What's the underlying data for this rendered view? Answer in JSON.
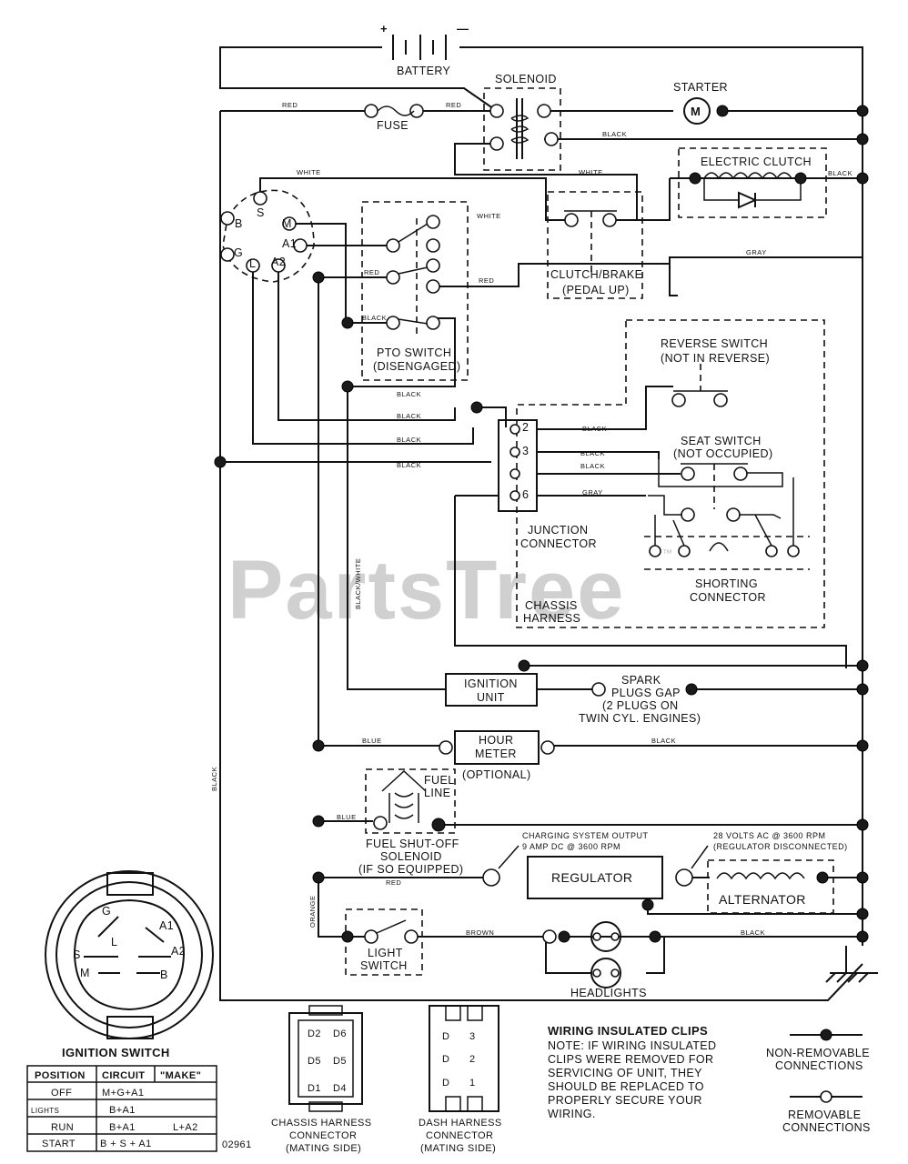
{
  "watermark": "PartsTree",
  "watermark_tm": "™",
  "drawing_number": "02961",
  "components": {
    "battery": "BATTERY",
    "battery_plus": "+",
    "battery_minus": "—",
    "solenoid": "SOLENOID",
    "starter": "STARTER",
    "starter_symbol": "M",
    "fuse": "FUSE",
    "electric_clutch": "ELECTRIC CLUTCH",
    "clutch_brake_1": "CLUTCH/BRAKE",
    "clutch_brake_2": "(PEDAL UP)",
    "pto_switch_1": "PTO SWITCH",
    "pto_switch_2": "(DISENGAGED)",
    "reverse_switch_1": "REVERSE SWITCH",
    "reverse_switch_2": "(NOT IN REVERSE)",
    "seat_switch_1": "SEAT SWITCH",
    "seat_switch_2": "(NOT OCCUPIED)",
    "junction_1": "JUNCTION",
    "junction_2": "CONNECTOR",
    "shorting_1": "SHORTING",
    "shorting_2": "CONNECTOR",
    "chassis_1": "CHASSIS",
    "chassis_2": "HARNESS",
    "ignition_unit_1": "IGNITION",
    "ignition_unit_2": "UNIT",
    "spark_1": "SPARK",
    "spark_2": "PLUGS GAP",
    "spark_3": "(2 PLUGS ON",
    "spark_4": "TWIN CYL. ENGINES)",
    "hour_meter_1": "HOUR",
    "hour_meter_2": "METER",
    "hour_meter_3": "(OPTIONAL)",
    "fuel_line_1": "FUEL",
    "fuel_line_2": "LINE",
    "fuel_solenoid_1": "FUEL SHUT-OFF",
    "fuel_solenoid_2": "SOLENOID",
    "fuel_solenoid_3": "(IF SO EQUIPPED)",
    "charging_1": "CHARGING SYSTEM OUTPUT",
    "charging_2": "9 AMP DC @ 3600 RPM",
    "alt_volts_1": "28 VOLTS AC @ 3600 RPM",
    "alt_volts_2": "(REGULATOR DISCONNECTED)",
    "regulator": "REGULATOR",
    "alternator": "ALTERNATOR",
    "light_switch_1": "LIGHT",
    "light_switch_2": "SWITCH",
    "headlights": "HEADLIGHTS"
  },
  "terminals": {
    "s": "S",
    "b": "B",
    "m": "M",
    "a1": "A1",
    "a2": "A2",
    "l": "L",
    "g": "G",
    "j2": "2",
    "j3": "3",
    "j6": "6"
  },
  "wires": {
    "red_1": "RED",
    "red_2": "RED",
    "red_3": "RED",
    "red_4": "RED",
    "red_5": "RED",
    "black_1": "BLACK",
    "black_2": "BLACK",
    "black_3": "BLACK",
    "black_4": "BLACK",
    "black_5": "BLACK",
    "black_6": "BLACK",
    "black_7": "BLACK",
    "black_8": "BLACK",
    "black_9": "BLACK",
    "black_10": "BLACK",
    "black_11": "BLACK",
    "black_12": "BLACK",
    "white_1": "WHITE",
    "white_2": "WHITE",
    "white_3": "WHITE",
    "gray_1": "GRAY",
    "gray_2": "GRAY",
    "blue_1": "BLUE",
    "blue_2": "BLUE",
    "brown": "BROWN",
    "orange": "ORANGE",
    "black_white": "BLACK/WHITE",
    "vertical_black": "BLACK"
  },
  "ignition_switch": {
    "title": "IGNITION SWITCH",
    "face_labels": [
      "G",
      "L",
      "A1",
      "A2",
      "S",
      "M",
      "B"
    ],
    "table_headers": [
      "POSITION",
      "CIRCUIT",
      "\"MAKE\""
    ],
    "rows": [
      {
        "position": "OFF",
        "circuit": "M+G+A1",
        "make": ""
      },
      {
        "position": "LIGHTS",
        "circuit": "B+A1",
        "make": ""
      },
      {
        "position": "RUN",
        "circuit": "B+A1",
        "make": "L+A2"
      },
      {
        "position": "START",
        "circuit": "B + S + A1",
        "make": ""
      }
    ]
  },
  "connectors": {
    "chassis_1": "CHASSIS HARNESS",
    "chassis_2": "CONNECTOR",
    "chassis_3": "(MATING SIDE)",
    "chassis_pins": [
      "D2",
      "D6",
      "D5",
      "D5",
      "D1",
      "D4"
    ],
    "dash_1": "DASH HARNESS",
    "dash_2": "CONNECTOR",
    "dash_3": "(MATING SIDE)",
    "dash_pins": [
      "D",
      "3",
      "D",
      "2",
      "D",
      "1"
    ]
  },
  "notes": {
    "title": "WIRING INSULATED CLIPS",
    "lines": [
      "NOTE: IF WIRING INSULATED",
      "CLIPS WERE REMOVED FOR",
      "SERVICING OF UNIT, THEY",
      "SHOULD BE REPLACED TO",
      "PROPERLY SECURE YOUR",
      "WIRING."
    ]
  },
  "legend": {
    "non_removable_1": "NON-REMOVABLE",
    "non_removable_2": "CONNECTIONS",
    "removable_1": "REMOVABLE",
    "removable_2": "CONNECTIONS"
  }
}
